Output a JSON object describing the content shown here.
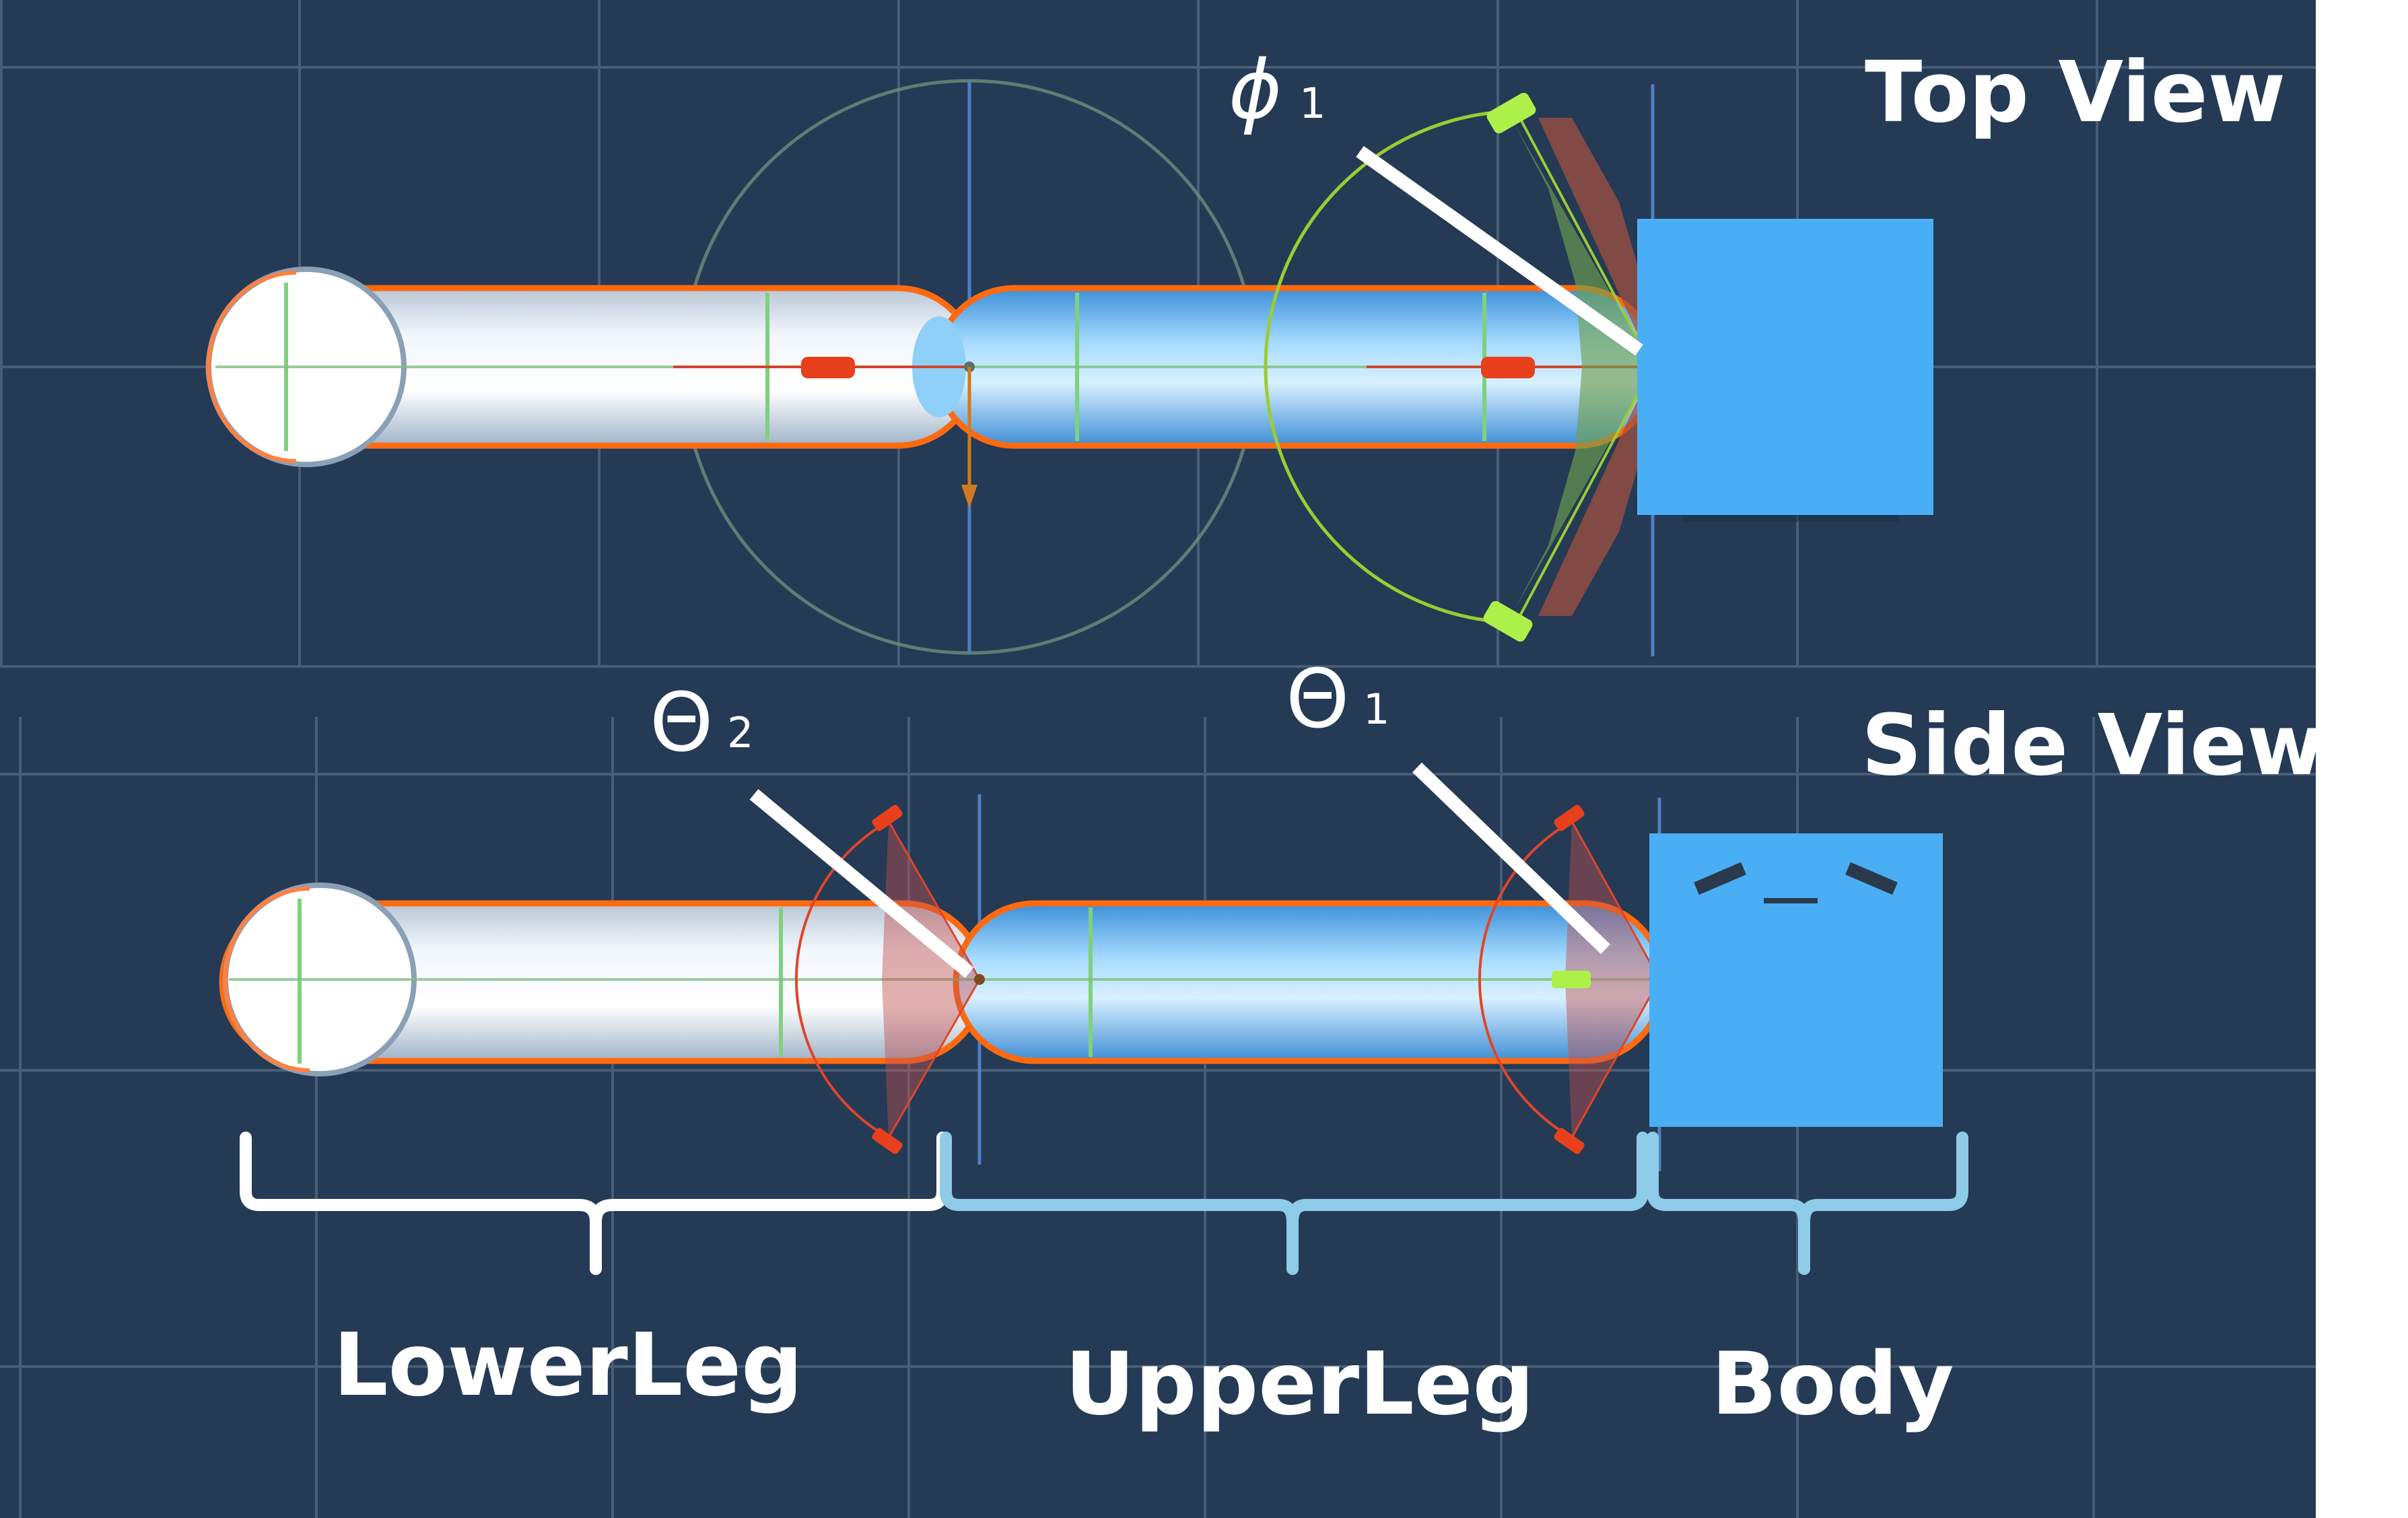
{
  "views": {
    "top": "Top View",
    "side": "Side View"
  },
  "angles": {
    "phi1": "ϕ",
    "phi1_sub": "1",
    "theta1": "Θ",
    "theta1_sub": "1",
    "theta2": "Θ",
    "theta2_sub": "2"
  },
  "segments": {
    "lower_leg": "LowerLeg",
    "upper_leg": "UpperLeg",
    "body": "Body"
  },
  "colors": {
    "background": "#243a55",
    "grid": "#4a5f78",
    "capsule_outline": "#ff6a10",
    "upper_leg_brace": "#8ecbe8",
    "lower_leg_brace": "#ffffff",
    "body_cube": "#4aaef5",
    "joint_limit_green": "#9acd32",
    "joint_limit_red": "#e0452a"
  }
}
